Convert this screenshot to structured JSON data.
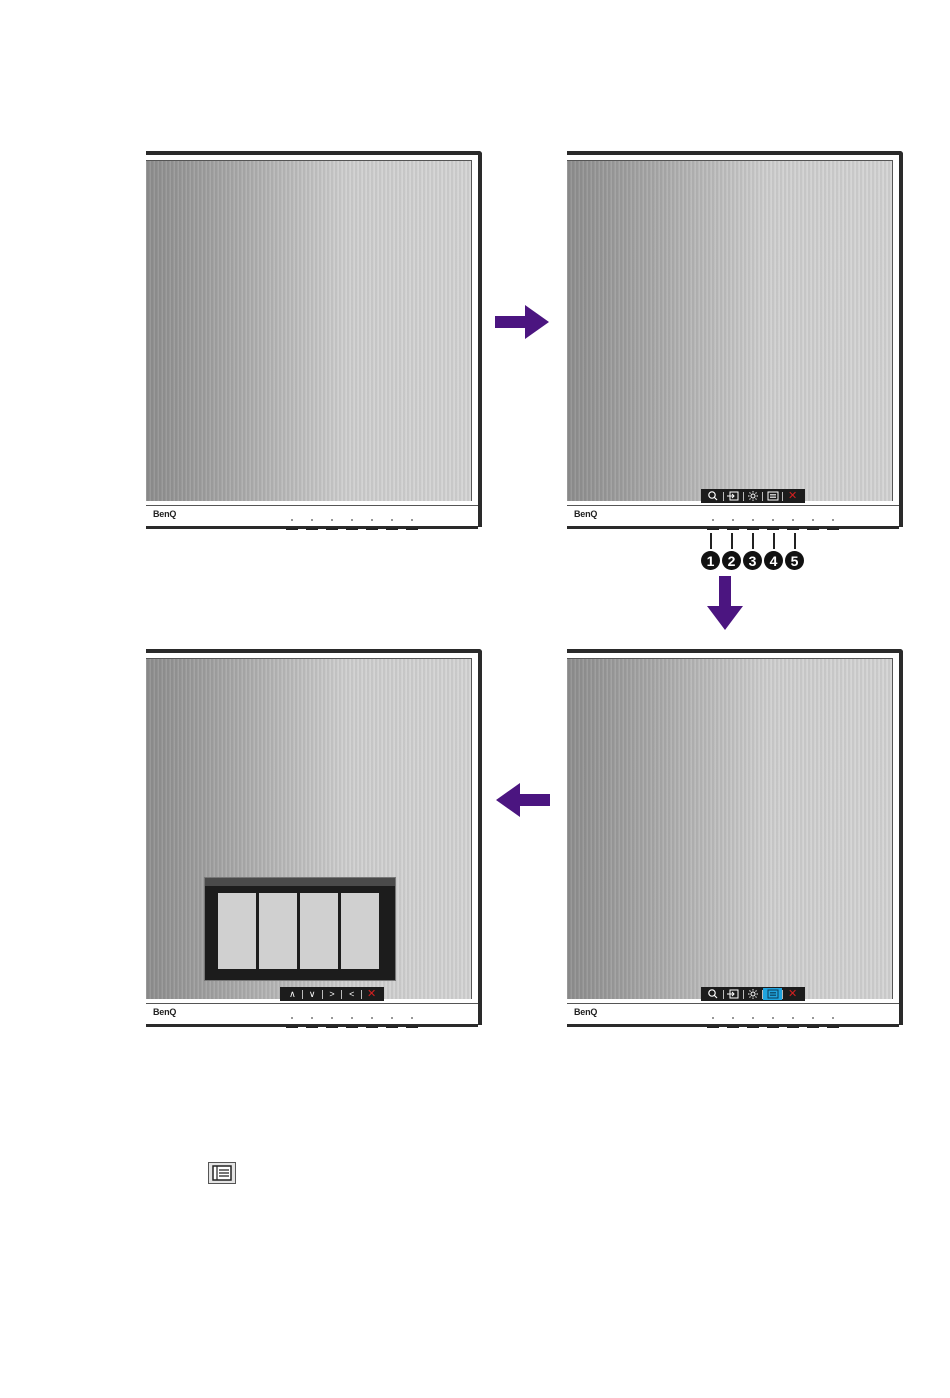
{
  "brand": {
    "logo_text": "BenQ"
  },
  "quick_menu": {
    "close_glyph": "✕",
    "icons": [
      "color-mode-icon",
      "input-icon",
      "brightness-icon",
      "menu-icon",
      "close-icon"
    ]
  },
  "nav_menu": {
    "up_glyph": "∧",
    "down_glyph": "∨",
    "right_glyph": ">",
    "left_glyph": "<",
    "close_glyph": "✕"
  },
  "callouts": {
    "labels": [
      "1",
      "2",
      "3",
      "4",
      "5"
    ]
  },
  "colors": {
    "arrow": "#4b1580",
    "selected_key": "#1fa3de",
    "close_key": "#d42020",
    "osd_background": "#1c1c1c"
  }
}
